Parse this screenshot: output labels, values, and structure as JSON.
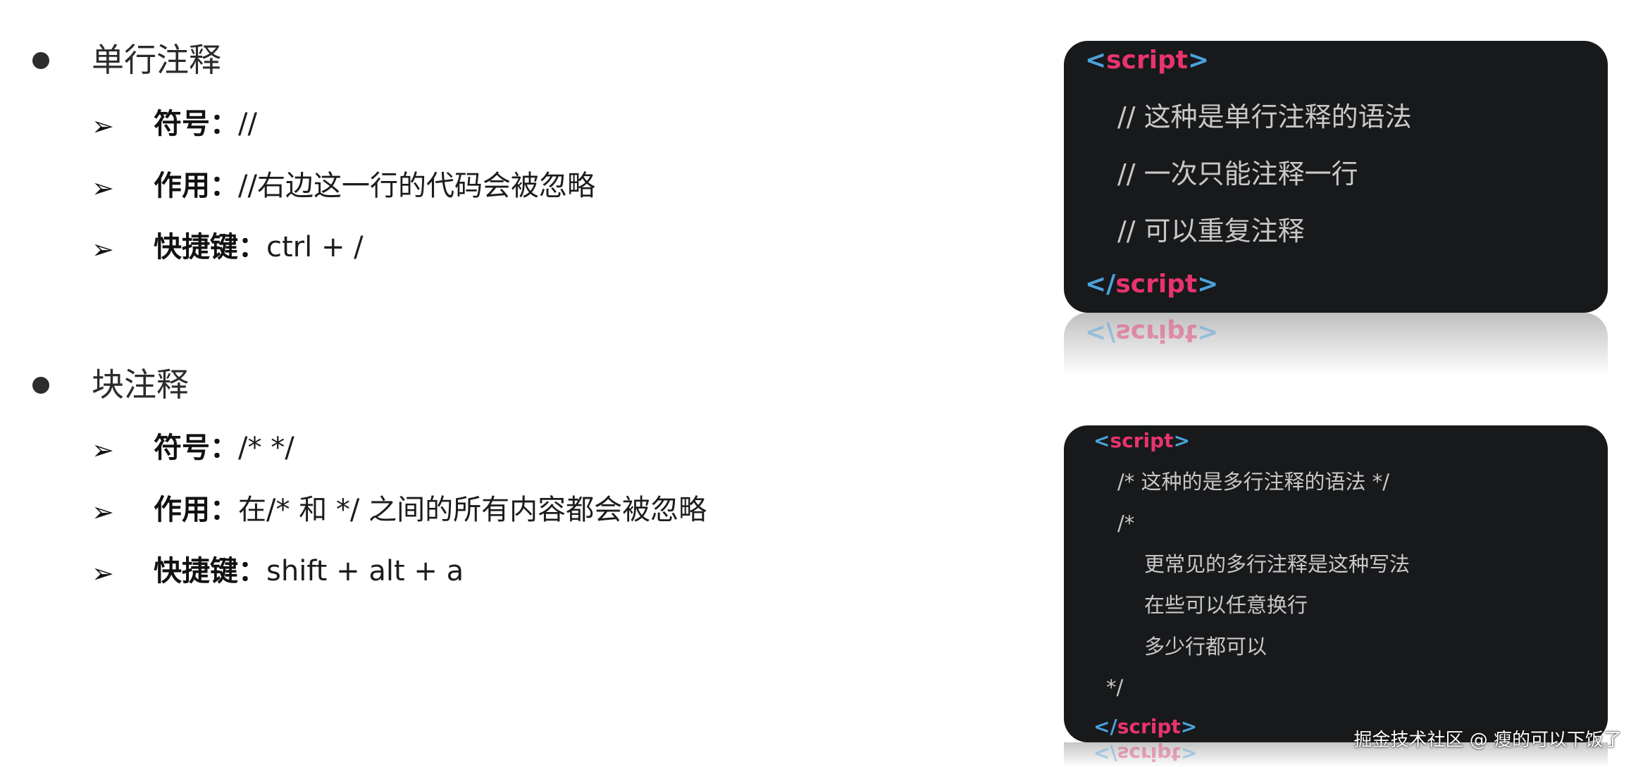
{
  "single_line": {
    "heading": "单行注释",
    "items": [
      {
        "label": "符号：",
        "value": "//"
      },
      {
        "label": "作用：",
        "value": "//右边这一行的代码会被忽略"
      },
      {
        "label": "快捷键：",
        "value": "ctrl + /"
      }
    ]
  },
  "block": {
    "heading": "块注释",
    "items": [
      {
        "label": "符号：",
        "value": "/*  */"
      },
      {
        "label": "作用：",
        "value": "在/*  和  */ 之间的所有内容都会被忽略"
      },
      {
        "label": "快捷键：",
        "value": "shift + alt + a"
      }
    ]
  },
  "code_single": {
    "open_lt": "<",
    "open_name": "script",
    "open_gt": ">",
    "lines": [
      "// 这种是单行注释的语法",
      "// 一次只能注释一行",
      "// 可以重复注释"
    ],
    "close_lt": "</",
    "close_name": "script",
    "close_gt": ">"
  },
  "code_block": {
    "open_lt": "<",
    "open_name": "script",
    "open_gt": ">",
    "lines": [
      "/* 这种的是多行注释的语法 */",
      "/*",
      "更常见的多行注释是这种写法",
      "在些可以任意换行",
      "多少行都可以",
      "*/"
    ],
    "close_lt": "</",
    "close_name": "script",
    "close_gt": ">"
  },
  "watermark": "掘金技术社区 @ 瘦的可以下饭了",
  "colors": {
    "code_bg": "#18191b",
    "tag_bracket": "#4aa3df",
    "tag_name": "#e8336f",
    "comment": "#c8c8c8"
  }
}
